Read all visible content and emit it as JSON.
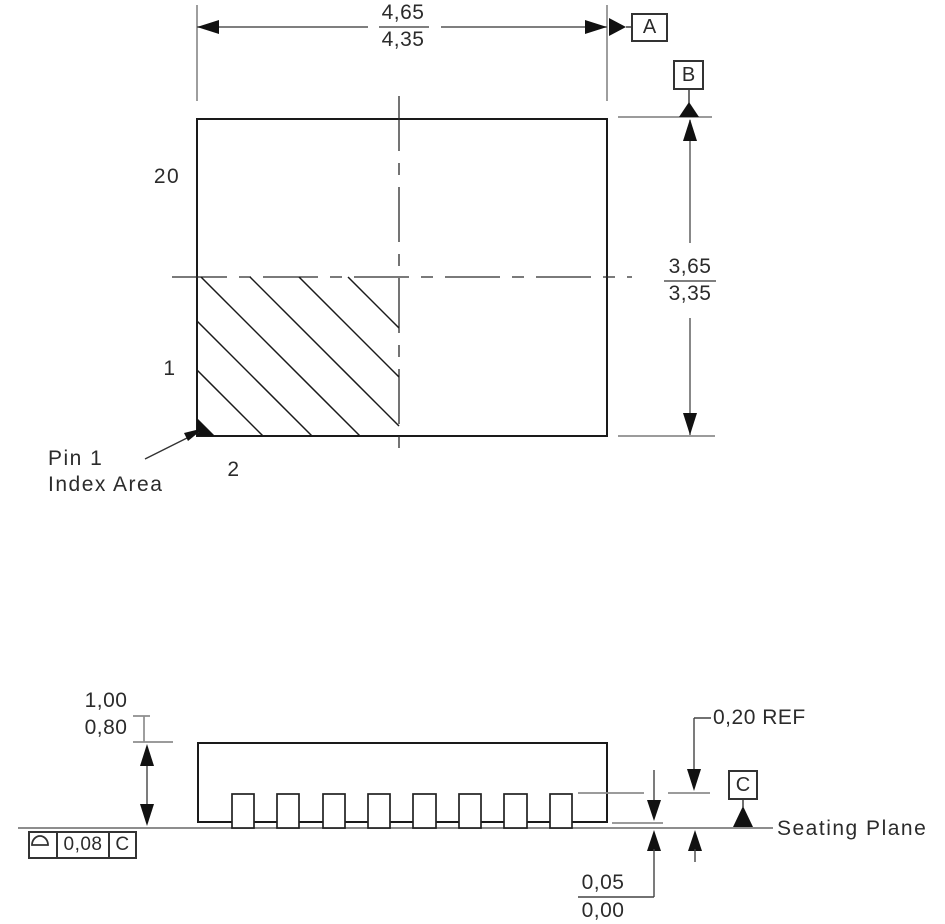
{
  "top_view": {
    "width_dim": {
      "max": "4,65",
      "min": "4,35"
    },
    "height_dim": {
      "max": "3,65",
      "min": "3,35"
    },
    "datums": {
      "a": "A",
      "b": "B"
    },
    "labels": {
      "pin20": "20",
      "pin1": "1",
      "pin2": "2"
    },
    "pin1_note": {
      "line1": "Pin 1",
      "line2": "Index Area"
    }
  },
  "side_view": {
    "height_dim": {
      "max": "1,00",
      "min": "0,80"
    },
    "lead_thickness_ref": "0,20 REF",
    "standoff_dim": {
      "max": "0,05",
      "min": "0,00"
    },
    "datums": {
      "c": "C"
    },
    "seating_plane_label": "Seating Plane",
    "flatness_frame": {
      "symbol_icon": "surface-profile-icon",
      "tolerance": "0,08",
      "datum": "C"
    }
  },
  "colors": {
    "line": "#1a1a1a",
    "extension_line": "#8d8d8d",
    "text": "#2b2b2b",
    "background": "#ffffff"
  }
}
